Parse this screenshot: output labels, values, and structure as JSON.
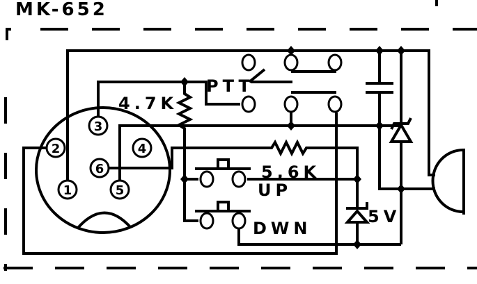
{
  "title": "MK-652",
  "labels": {
    "r1": "4.7K",
    "ptt": "PTT",
    "r2": "5,6K",
    "up": "UP",
    "down": "DWN",
    "zener": "5V"
  },
  "pins": [
    "1",
    "2",
    "3",
    "4",
    "5",
    "6"
  ],
  "colors": {
    "ink": "#000000",
    "background": "#ffffff"
  }
}
